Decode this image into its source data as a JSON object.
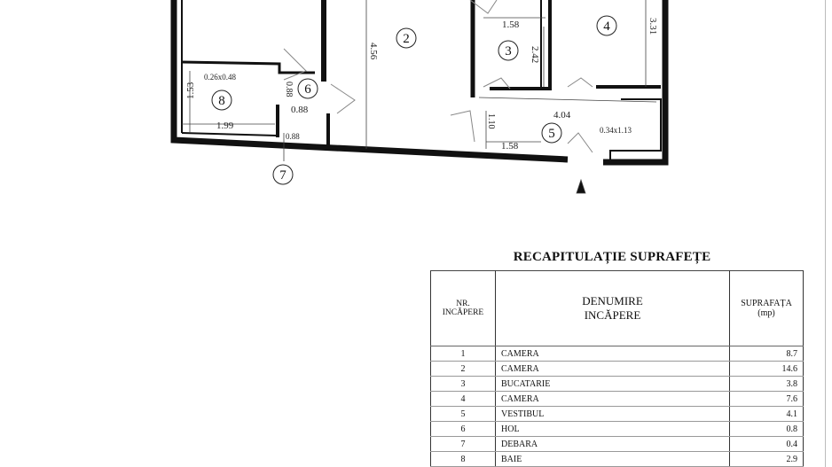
{
  "plan": {
    "room_numbers": [
      "2",
      "3",
      "4",
      "5",
      "6",
      "7",
      "8"
    ],
    "dimensions": {
      "d_4_56": "4.56",
      "d_1_58_top": "1.58",
      "d_2_42": "2.42",
      "d_3_31": "3.31",
      "d_0_26x0_48": "0.26x0.48",
      "d_0_88_a": "0.88",
      "d_0_88_b": "0.88",
      "d_0_88_c": "0.88",
      "d_1_53": "1.53",
      "d_1_99": "1.99",
      "d_4_04": "4.04",
      "d_1_10": "1.10",
      "d_1_58_bottom": "1.58",
      "d_0_34x1_13": "0.34x1.13"
    }
  },
  "table": {
    "title": "RECAPITULAȚIE SUPRAFEȚE",
    "headers": {
      "nr_line1": "NR.",
      "nr_line2": "INCĂPERE",
      "name_line1": "DENUMIRE",
      "name_line2": "INCĂPERE",
      "area_line1": "SUPRAFAȚA",
      "area_line2": "(mp)"
    },
    "rows": [
      {
        "nr": "1",
        "name": "CAMERA",
        "area": "8.7"
      },
      {
        "nr": "2",
        "name": "CAMERA",
        "area": "14.6"
      },
      {
        "nr": "3",
        "name": "BUCATARIE",
        "area": "3.8"
      },
      {
        "nr": "4",
        "name": "CAMERA",
        "area": "7.6"
      },
      {
        "nr": "5",
        "name": "VESTIBUL",
        "area": "4.1"
      },
      {
        "nr": "6",
        "name": "HOL",
        "area": "0.8"
      },
      {
        "nr": "7",
        "name": "DEBARA",
        "area": "0.4"
      },
      {
        "nr": "8",
        "name": "BAIE",
        "area": "2.9"
      }
    ]
  }
}
